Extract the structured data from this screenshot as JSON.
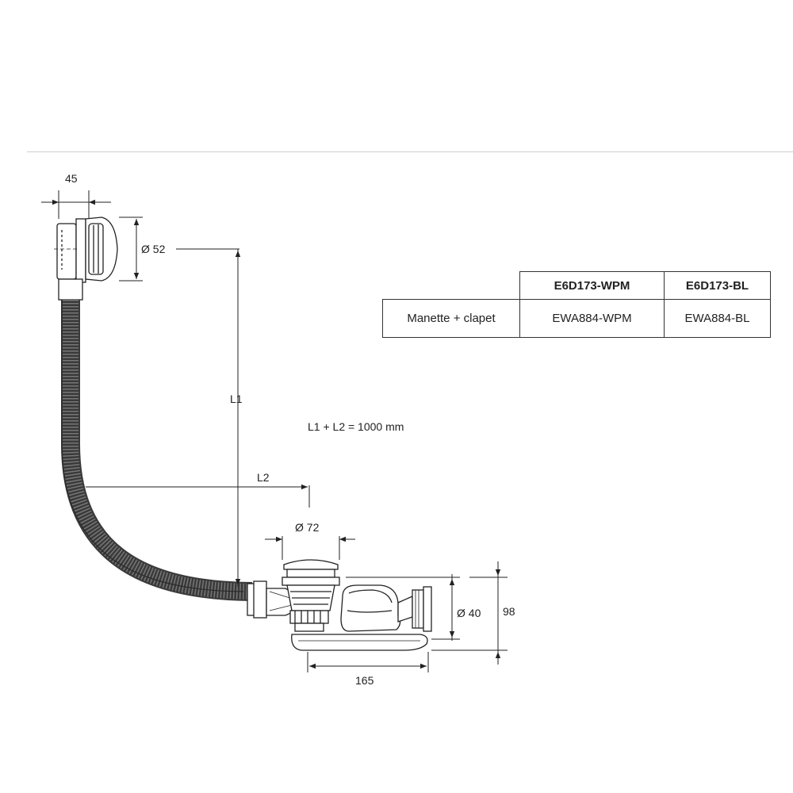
{
  "dimensions": {
    "width_45": "45",
    "dia_52": "Ø 52",
    "l1": "L1",
    "l2": "L2",
    "formula": "L1 + L2 = 1000 mm",
    "dia_72": "Ø 72",
    "dia_40": "Ø 40",
    "height_98": "98",
    "length_165": "165"
  },
  "table": {
    "headers": [
      "",
      "E6D173-WPM",
      "E6D173-BL"
    ],
    "rows": [
      {
        "label": "Manette + clapet",
        "values": [
          "EWA884-WPM",
          "EWA884-BL"
        ]
      }
    ]
  },
  "colors": {
    "line": "#222222",
    "hose": "#3a3a3a",
    "rule": "#cfcfcf"
  }
}
